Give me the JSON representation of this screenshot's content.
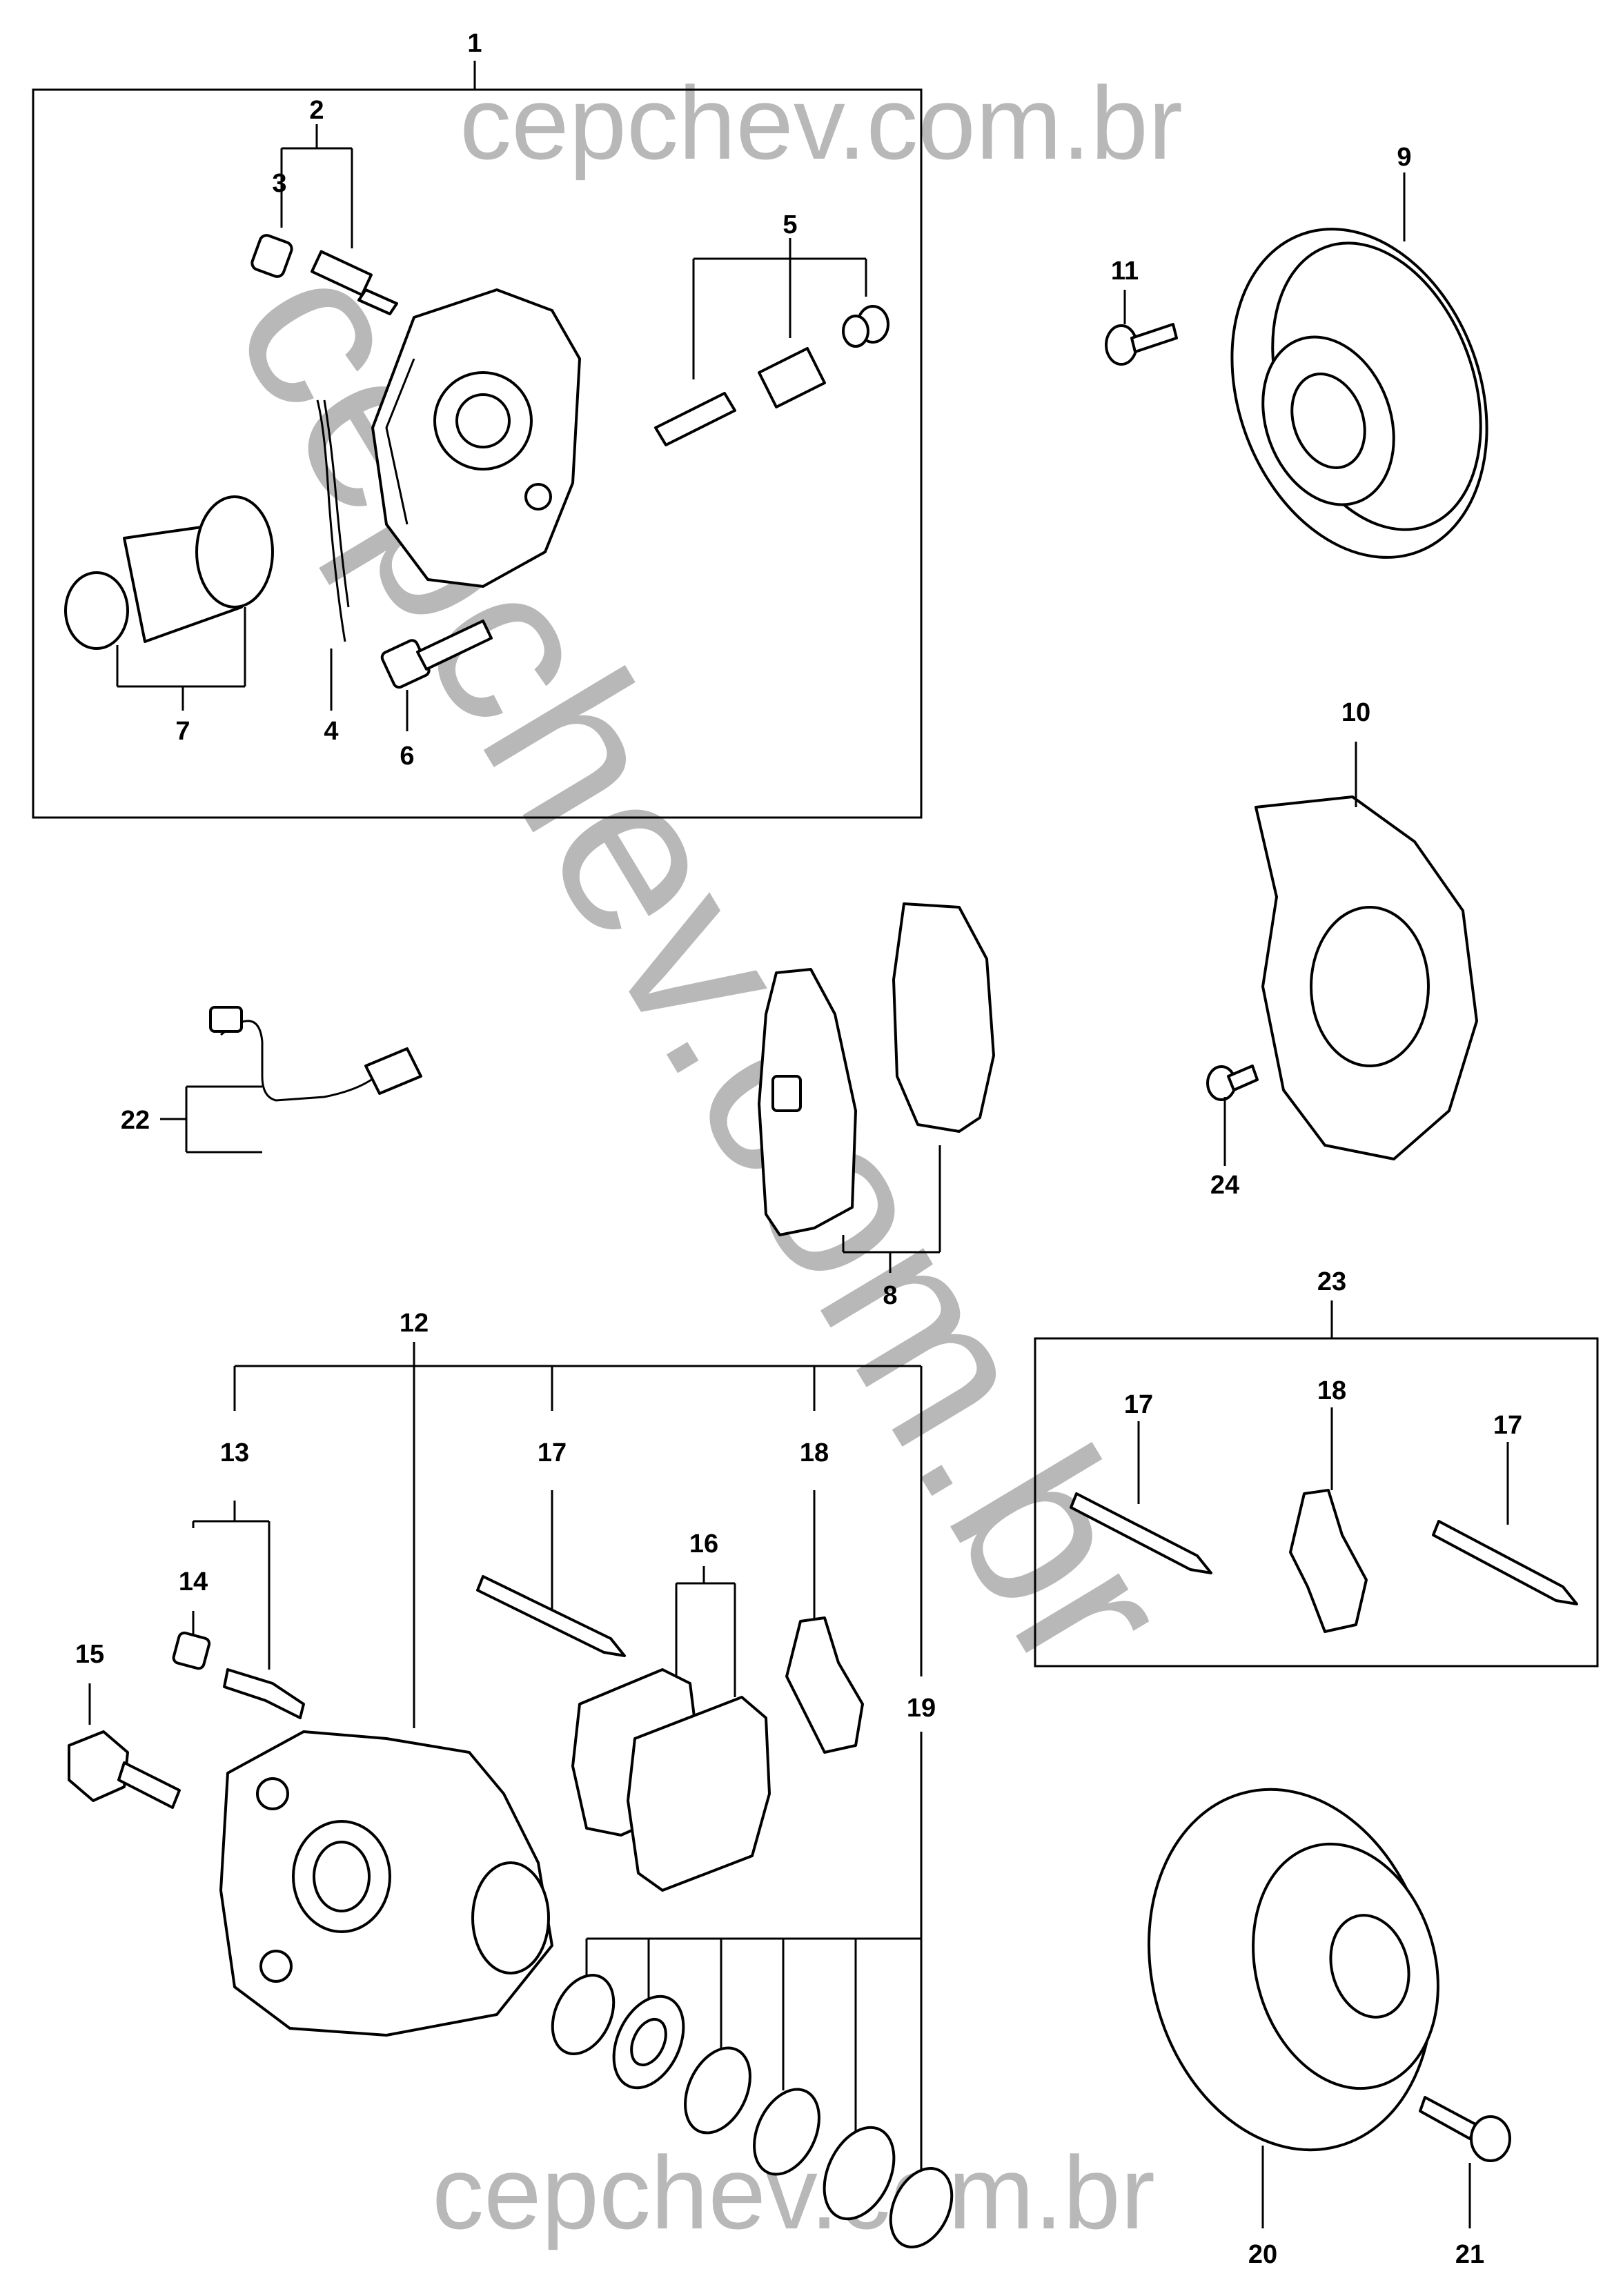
{
  "watermark": {
    "top": "cepchev.com.br",
    "bottom": "cepchev.com.br",
    "diagonal": "cepchev.com.br"
  },
  "callouts": {
    "c1": "1",
    "c2": "2",
    "c3": "3",
    "c4": "4",
    "c5": "5",
    "c6": "6",
    "c7": "7",
    "c8": "8",
    "c9": "9",
    "c10": "10",
    "c11": "11",
    "c12": "12",
    "c13": "13",
    "c14": "14",
    "c15": "15",
    "c16": "16",
    "c17a": "17",
    "c18a": "18",
    "c19": "19",
    "c20": "20",
    "c21": "21",
    "c22": "22",
    "c23": "23",
    "c24": "24",
    "c17b": "17",
    "c18b": "18",
    "c17c": "17"
  }
}
